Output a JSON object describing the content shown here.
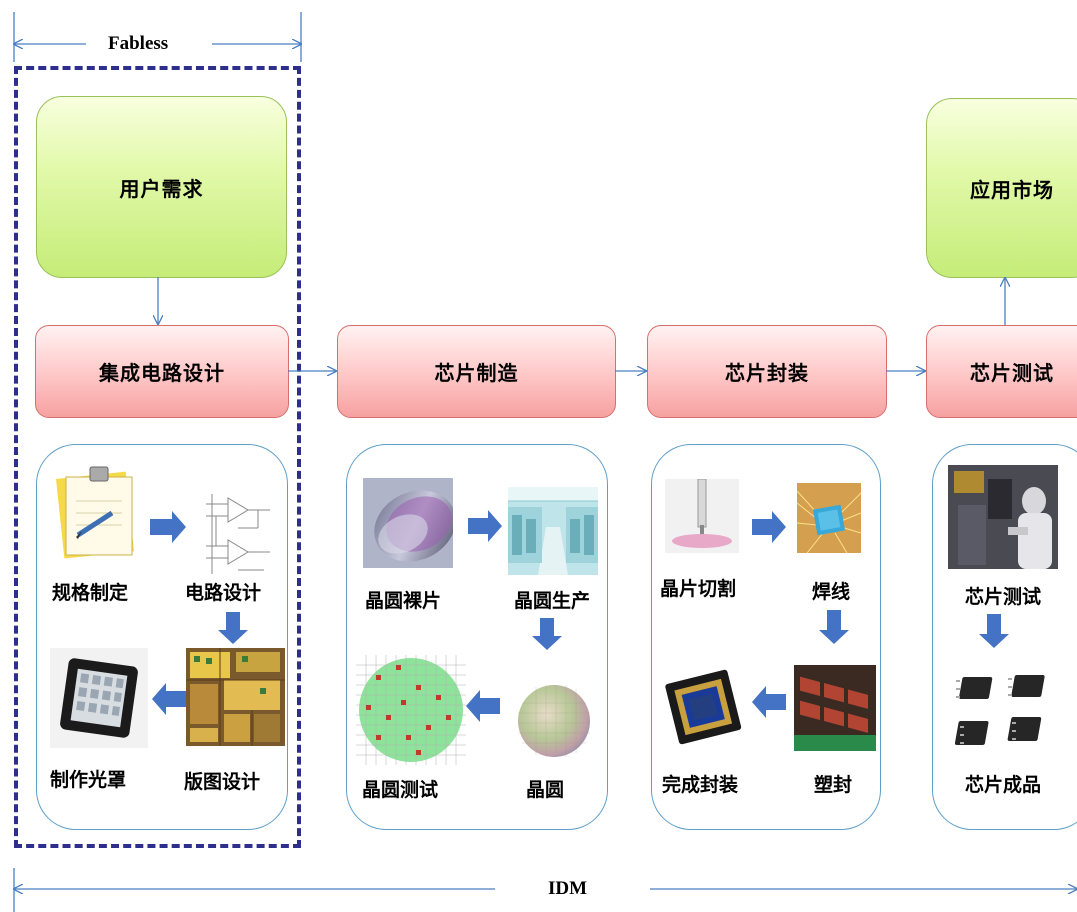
{
  "top_bracket": {
    "label": "Fabless"
  },
  "bottom_bracket": {
    "label": "IDM"
  },
  "top_boxes": {
    "user_needs": "用户需求",
    "market": "应用市场"
  },
  "stages": [
    {
      "label": "集成电路设计"
    },
    {
      "label": "芯片制造"
    },
    {
      "label": "芯片封装"
    },
    {
      "label": "芯片测试"
    }
  ],
  "panel_design": {
    "spec": "规格制定",
    "circuit": "电路设计",
    "layout": "版图设计",
    "mask": "制作光罩"
  },
  "panel_fab": {
    "bare": "晶圆裸片",
    "production": "晶圆生产",
    "wafer": "晶圆",
    "test": "晶圆测试"
  },
  "panel_package": {
    "dicing": "晶片切割",
    "bonding": "焊线",
    "molding": "塑封",
    "done": "完成封装"
  },
  "panel_test": {
    "test": "芯片测试",
    "product": "芯片成品"
  },
  "colors": {
    "connector": "#4a7fc0",
    "block_arrow": "#4472c4",
    "dashed_frame": "#2e2e8c",
    "green_fill": "#d4f59a",
    "red_fill": "#ffc0c0"
  }
}
